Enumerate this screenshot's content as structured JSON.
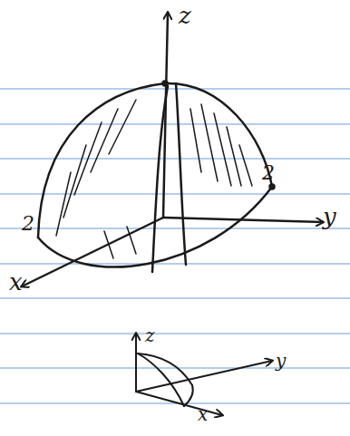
{
  "diagram": {
    "labels": [
      "z",
      "2",
      "y",
      "2",
      "x",
      "z",
      "y",
      "x"
    ]
  }
}
